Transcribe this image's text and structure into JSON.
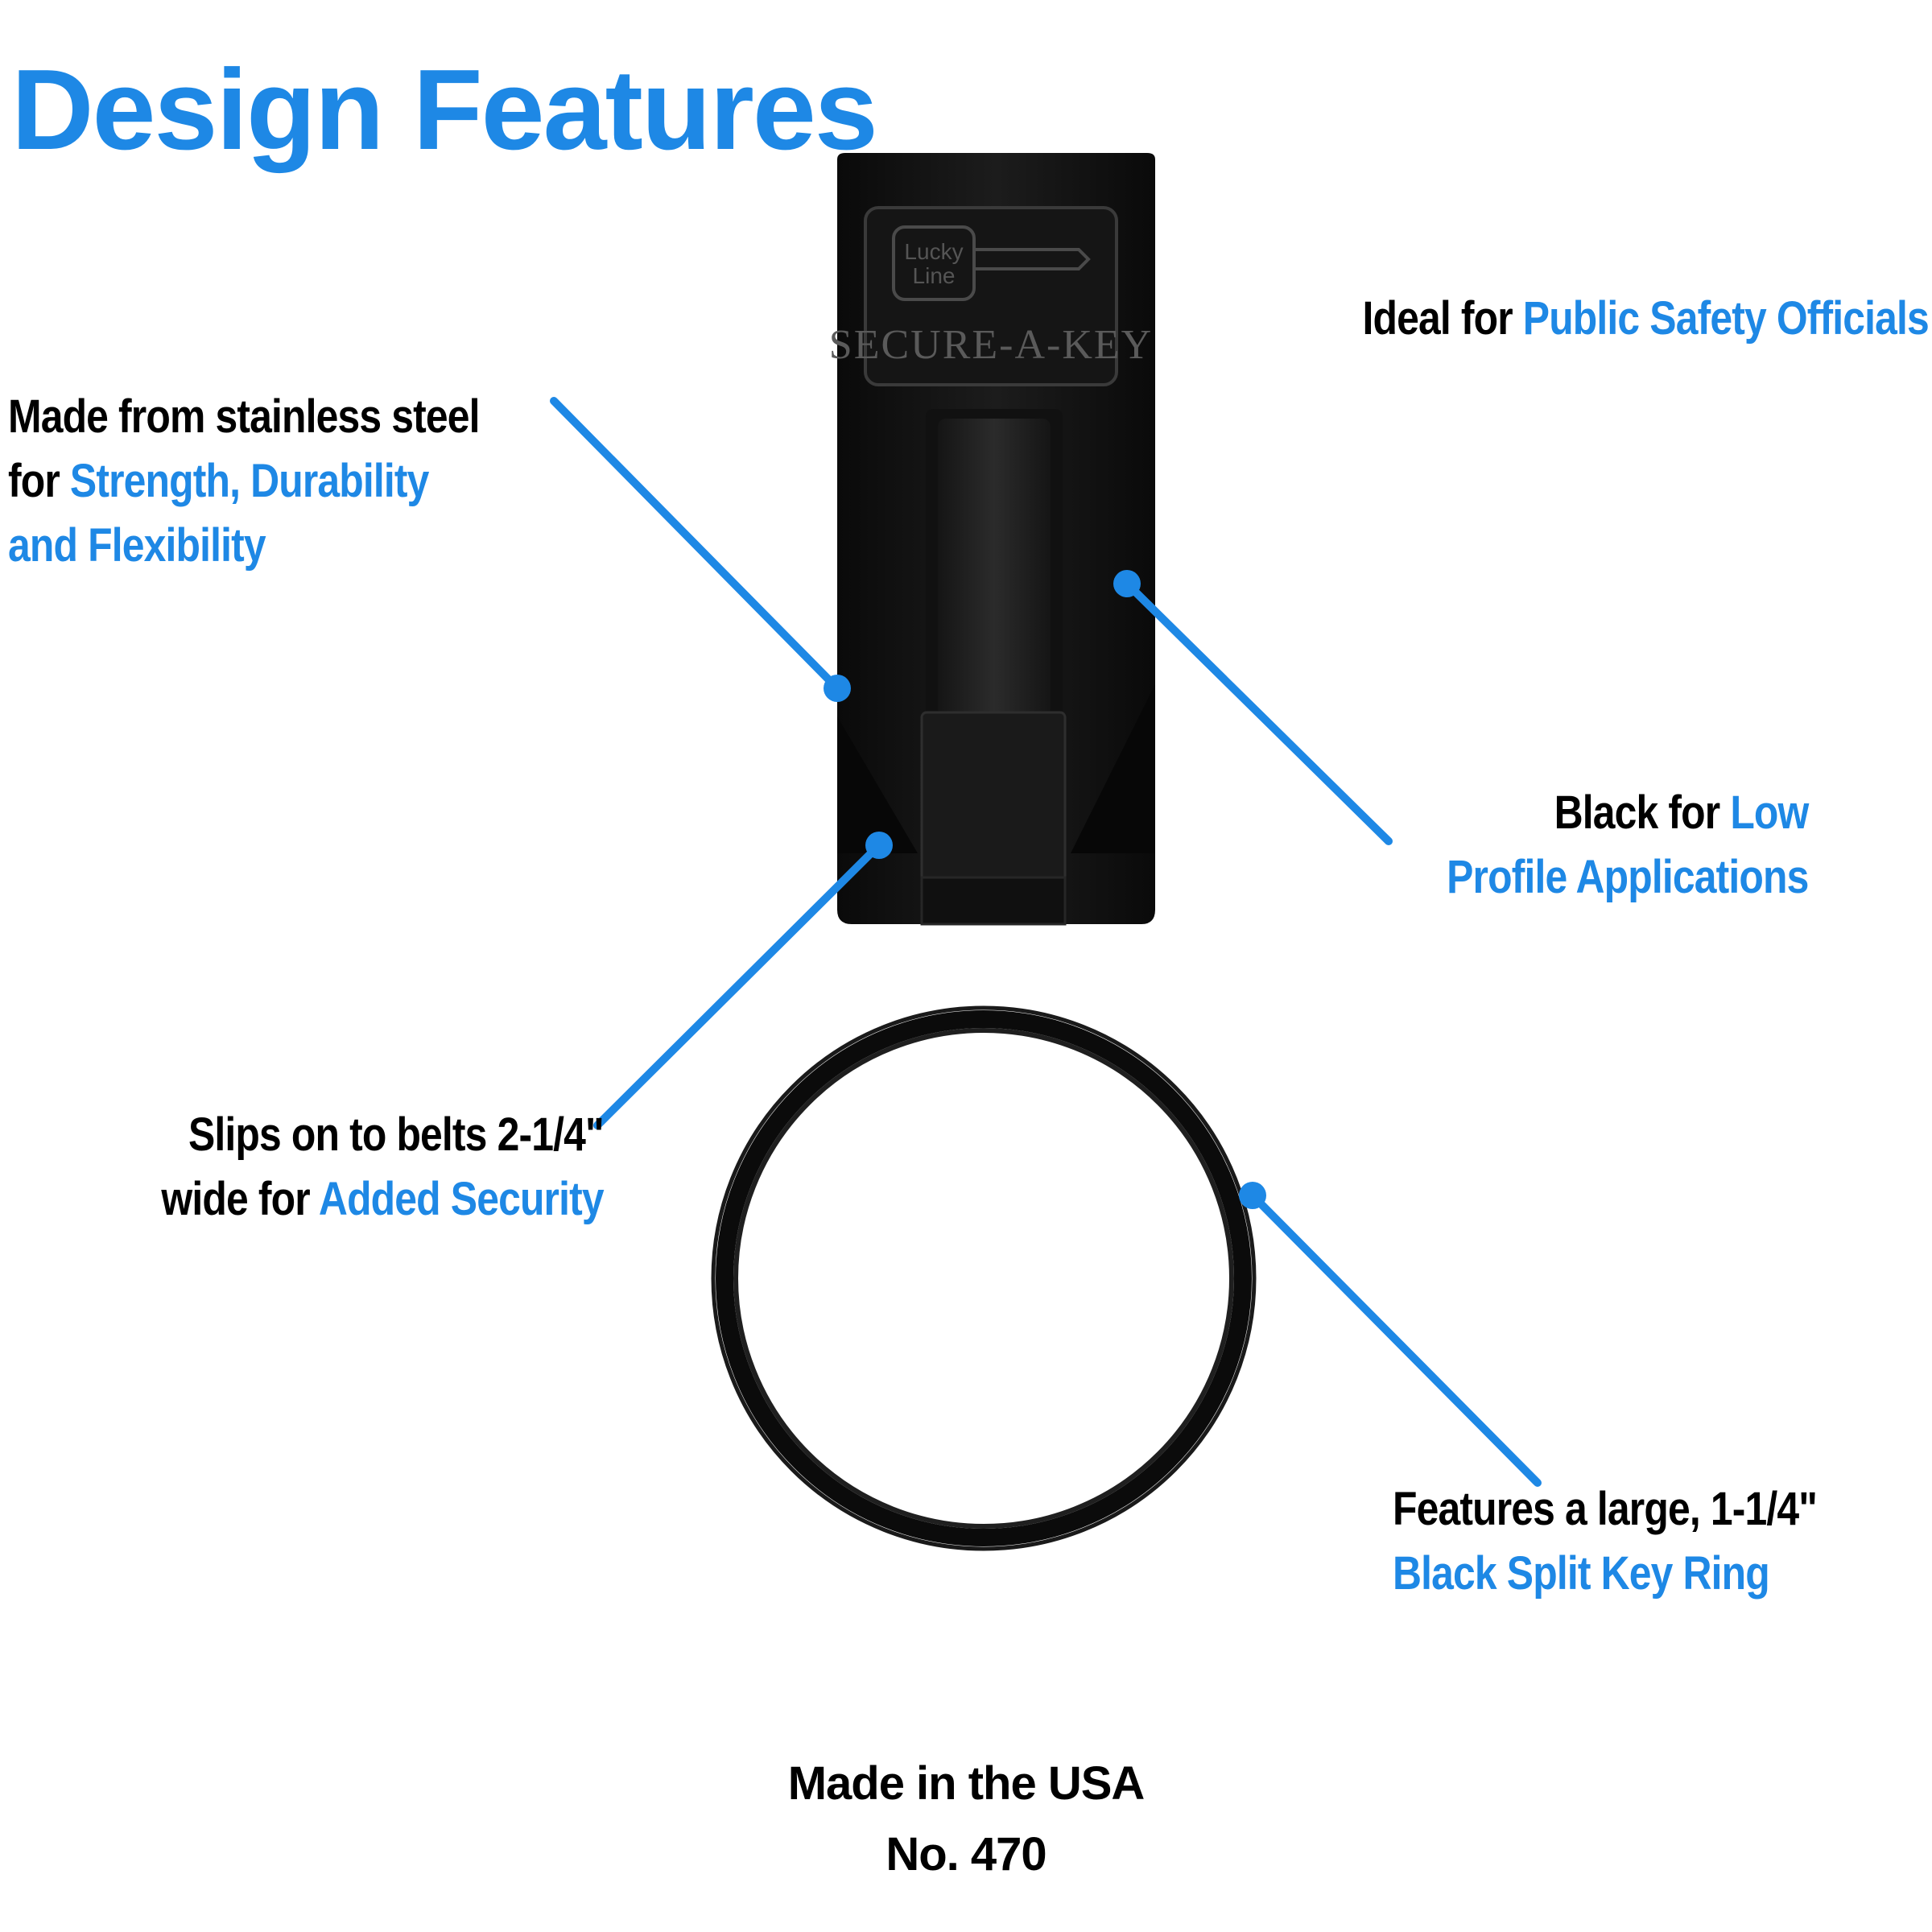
{
  "heading": "Design Features",
  "product": {
    "logo_text_line1": "Lucky",
    "logo_text_line2": "Line",
    "logo_brand": "SECURE-A-KEY"
  },
  "callouts": {
    "steel": {
      "line1": "Made from stainless steel",
      "line2_prefix": "for ",
      "line2_highlight": "Strength, Durability",
      "line3_highlight": "and Flexibility"
    },
    "safety": {
      "prefix": "Ideal for ",
      "highlight": "Public Safety Officials"
    },
    "black": {
      "prefix": "Black for ",
      "highlight1": "Low",
      "highlight2": "Profile Applications"
    },
    "belts": {
      "line1": "Slips on to belts 2-1/4\"",
      "line2_prefix": "wide for ",
      "line2_highlight": "Added Security"
    },
    "ring": {
      "line1": "Features a large, 1-1/4\"",
      "line2_highlight": "Black Split Key Ring"
    }
  },
  "footer": {
    "line1": "Made in the USA",
    "line2": "No. 470"
  },
  "colors": {
    "accent": "#1e88e5",
    "text": "#000000",
    "product": "#0d0d0d"
  }
}
